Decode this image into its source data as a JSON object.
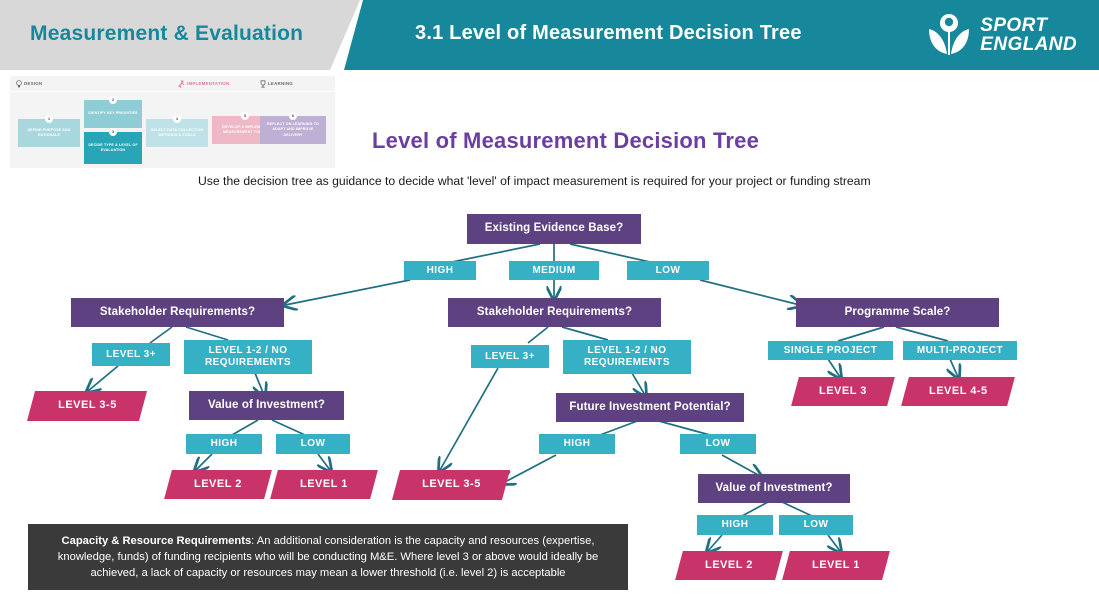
{
  "header": {
    "section_label": "Measurement & Evaluation",
    "page_title": "3.1 Level of Measurement Decision Tree",
    "logo_line1": "SPORT",
    "logo_line2": "ENGLAND",
    "logo_icon": "sport-england-figure-icon",
    "grey_color": "#d8d8d8",
    "teal_color": "#17889b"
  },
  "process_strip": {
    "phases": [
      {
        "name": "DESIGN",
        "icon": "lightbulb-icon",
        "color": "#6b6b6b"
      },
      {
        "name": "IMPLEMENTATION",
        "icon": "runner-icon",
        "color": "#e2788f"
      },
      {
        "name": "LEARNING",
        "icon": "trophy-icon",
        "color": "#6b6b6b"
      }
    ],
    "steps": [
      {
        "num": "1",
        "label": "DEFINE PURPOSE AND RATIONALE",
        "color": "#a8d8de"
      },
      {
        "num": "2",
        "label": "IDENTIFY KEY PRIORITIES",
        "color": "#8ecdd6"
      },
      {
        "num": "3",
        "label": "DECIDE TYPE & LEVEL OF EVALUATION",
        "color": "#2aa5b8"
      },
      {
        "num": "4",
        "label": "SELECT DATA COLLECTION METHODS & TOOLS",
        "color": "#bfe2e8"
      },
      {
        "num": "5",
        "label": "DEVELOP & IMPLEMENT MEASUREMENT TOOLS",
        "color": "#eeb8c6"
      },
      {
        "num": "6",
        "label": "REFLECT ON LEARNING TO ADAPT AND IMPROVE DELIVERY",
        "color": "#bdb0d4"
      }
    ]
  },
  "tree_title": "Level of Measurement Decision Tree",
  "subtitle": "Use the decision tree as guidance to decide what 'level' of impact measurement is required for your project or funding stream",
  "colors": {
    "question": "#5d4180",
    "edge_label": "#35b0c4",
    "outcome": "#c8336a",
    "connector": "#1f6f82",
    "note_bg": "#3a3a3a"
  },
  "tree": {
    "root": {
      "id": "root",
      "type": "question",
      "label": "Existing Evidence Base?"
    },
    "branches": [
      {
        "edge": "HIGH",
        "node": {
          "id": "stake-left",
          "type": "question",
          "label": "Stakeholder Requirements?"
        },
        "children": [
          {
            "edge": "LEVEL 3+",
            "outcome": "LEVEL 3-5"
          },
          {
            "edge": "LEVEL 1-2 / NO REQUIREMENTS",
            "node": {
              "id": "voi-left",
              "type": "question",
              "label": "Value of Investment?"
            },
            "children": [
              {
                "edge": "HIGH",
                "outcome": "LEVEL 2"
              },
              {
                "edge": "LOW",
                "outcome": "LEVEL 1"
              }
            ]
          }
        ]
      },
      {
        "edge": "MEDIUM",
        "node": {
          "id": "stake-mid",
          "type": "question",
          "label": "Stakeholder Requirements?"
        },
        "children": [
          {
            "edge": "LEVEL 3+",
            "outcome": "LEVEL 3-5"
          },
          {
            "edge": "LEVEL 1-2 / NO REQUIREMENTS",
            "node": {
              "id": "fip",
              "type": "question",
              "label": "Future Investment Potential?"
            },
            "children": [
              {
                "edge": "HIGH",
                "outcome": "LEVEL 3-5"
              },
              {
                "edge": "LOW",
                "node": {
                  "id": "voi-right",
                  "type": "question",
                  "label": "Value of Investment?"
                },
                "children": [
                  {
                    "edge": "HIGH",
                    "outcome": "LEVEL 2"
                  },
                  {
                    "edge": "LOW",
                    "outcome": "LEVEL 1"
                  }
                ]
              }
            ]
          }
        ]
      },
      {
        "edge": "LOW",
        "node": {
          "id": "prog-scale",
          "type": "question",
          "label": "Programme Scale?"
        },
        "children": [
          {
            "edge": "SINGLE PROJECT",
            "outcome": "LEVEL 3"
          },
          {
            "edge": "MULTI-PROJECT",
            "outcome": "LEVEL 4-5"
          }
        ]
      }
    ]
  },
  "nodes": {
    "root": "Existing Evidence Base?",
    "edge_high": "HIGH",
    "edge_medium": "MEDIUM",
    "edge_low": "LOW",
    "stake_left": "Stakeholder Requirements?",
    "stake_left_edge_a": "LEVEL 3+",
    "stake_left_edge_b": "LEVEL 1-2 / NO REQUIREMENTS",
    "term_left_35": "LEVEL 3-5",
    "voi_left": "Value of Investment?",
    "voi_left_high": "HIGH",
    "voi_left_low": "LOW",
    "term_left_2": "LEVEL 2",
    "term_left_1": "LEVEL 1",
    "stake_mid": "Stakeholder Requirements?",
    "stake_mid_edge_a": "LEVEL 3+",
    "stake_mid_edge_b": "LEVEL 1-2 / NO REQUIREMENTS",
    "fip": "Future Investment Potential?",
    "fip_high": "HIGH",
    "fip_low": "LOW",
    "term_mid_35": "LEVEL 3-5",
    "voi_right": "Value of Investment?",
    "voi_right_high": "HIGH",
    "voi_right_low": "LOW",
    "term_right_2": "LEVEL 2",
    "term_right_1": "LEVEL 1",
    "prog_scale": "Programme Scale?",
    "prog_single": "SINGLE PROJECT",
    "prog_multi": "MULTI-PROJECT",
    "term_level3": "LEVEL 3",
    "term_level45": "LEVEL 4-5"
  },
  "note": {
    "heading": "Capacity & Resource Requirements",
    "body": ": An additional consideration is the capacity and resources (expertise, knowledge, funds) of funding recipients who will be conducting M&E. Where level 3 or above would ideally be achieved, a lack of capacity or resources may mean a lower threshold (i.e. level 2) is acceptable"
  }
}
